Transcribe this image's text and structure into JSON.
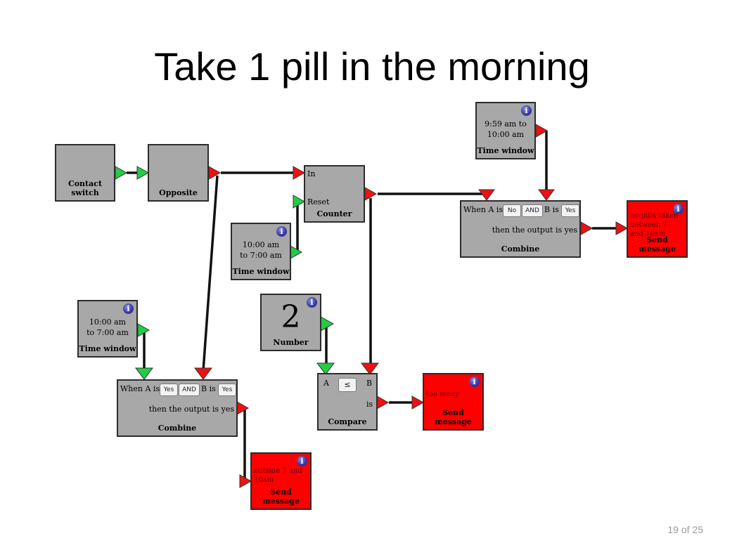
{
  "slide": {
    "title": "Take 1 pill in the morning",
    "page": "19 of 25"
  },
  "colors": {
    "block_gray": "#a8a8a8",
    "block_red": "#ff0000",
    "port_green": "#22cc44",
    "port_red": "#ee1111",
    "info_blue": "#3a3aa8"
  },
  "blocks": {
    "contact_switch": {
      "title": "Contact switch"
    },
    "opposite": {
      "title": "Opposite"
    },
    "counter": {
      "title": "Counter",
      "in_label": "In",
      "reset_label": "Reset"
    },
    "time_window_top": {
      "text": "9:59 am to 10:00 am",
      "title": "Time window",
      "info": "i"
    },
    "time_window_mid": {
      "text": "10:00 am to 7:00 am",
      "title": "Time window",
      "info": "i"
    },
    "time_window_left": {
      "text": "10:00 am to 7:00 am",
      "title": "Time window",
      "info": "i"
    },
    "combine_top": {
      "when_a": "When A is",
      "a_value": "No",
      "op": "AND",
      "b_is": "B is",
      "b_value": "Yes",
      "output": "then the output is yes",
      "title": "Combine"
    },
    "combine_bottom": {
      "when_a": "When A is",
      "a_value": "Yes",
      "op": "AND",
      "b_is": "B is",
      "b_value": "Yes",
      "output": "then the output is yes",
      "title": "Combine"
    },
    "number": {
      "value": "2",
      "title": "Number",
      "info": "i"
    },
    "compare": {
      "a_label": "A",
      "op": "≤",
      "b_label": "B",
      "is_label": "is",
      "title": "Compare"
    },
    "msg_top": {
      "text": "no pills taken between 7 and 10am",
      "title": "Send message",
      "info": "i"
    },
    "msg_compare": {
      "text": "too many",
      "title": "Send message",
      "info": "i"
    },
    "msg_bottom": {
      "text": "outside 7 and 10am",
      "title": "Send message",
      "info": "i"
    }
  }
}
